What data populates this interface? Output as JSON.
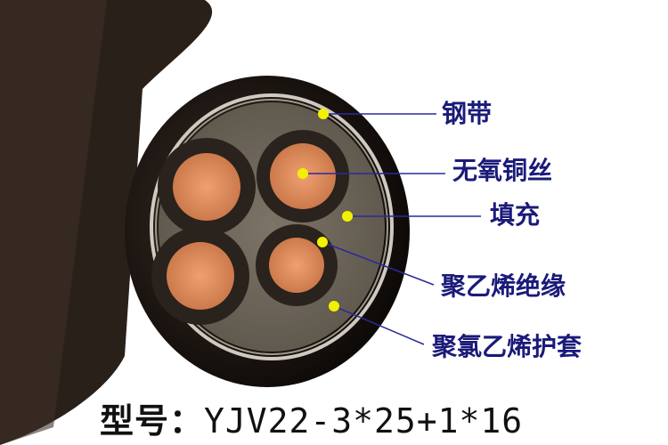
{
  "diagram": {
    "subject": "Power cable cross-section",
    "labels": [
      {
        "text": "钢带",
        "meaning": "steel tape"
      },
      {
        "text": "无氧铜丝",
        "meaning": "oxygen-free copper wire"
      },
      {
        "text": "填充",
        "meaning": "filler"
      },
      {
        "text": "聚乙烯绝缘",
        "meaning": "polyethylene insulation"
      },
      {
        "text": "聚氯乙烯护套",
        "meaning": "PVC sheath"
      }
    ],
    "model": {
      "prefix": "型号：",
      "value": "YJV22-3*25+1*16"
    }
  },
  "colors": {
    "label_text": "#1a1a7a",
    "leader_line": "#2a2a9a",
    "marker_dot": "#f2f200",
    "copper": "#e08a5a",
    "jacket": "#1c1410",
    "filler": "#8a8270"
  }
}
